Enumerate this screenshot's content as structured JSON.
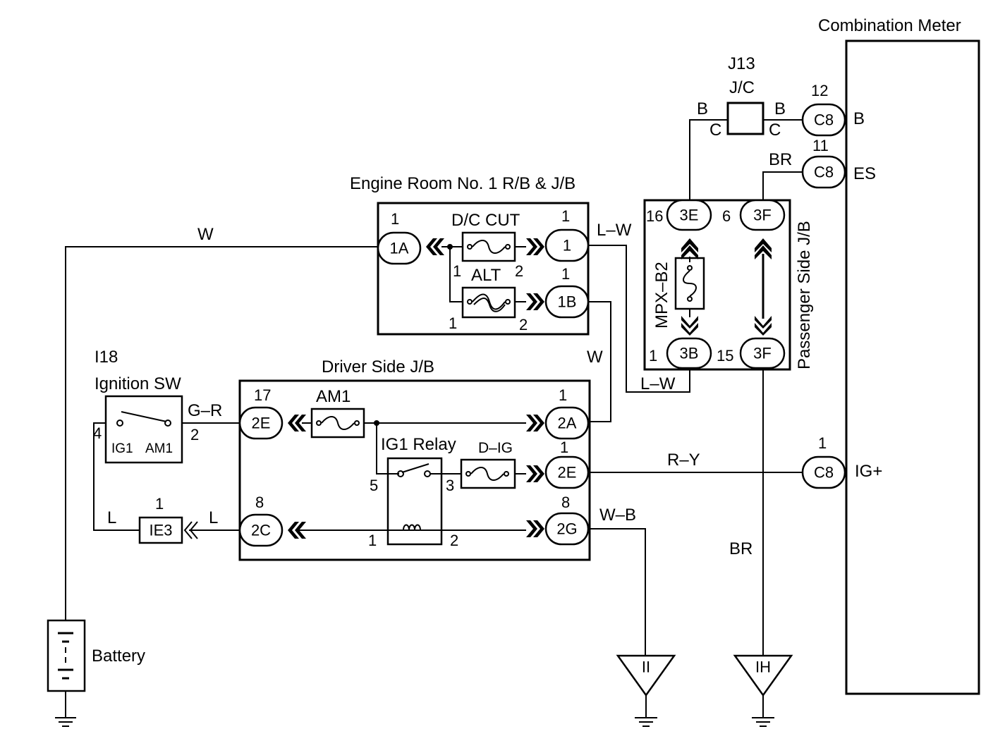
{
  "labels": {
    "combination_meter": "Combination Meter",
    "j13": "J13",
    "jc": "J/C",
    "engine_room": "Engine Room No. 1 R/B & J/B",
    "dc_cut": "D/C CUT",
    "alt": "ALT",
    "driver_side": "Driver Side J/B",
    "am1_fuse": "AM1",
    "ig1_relay": "IG1 Relay",
    "d_ig": "D–IG",
    "i18": "I18",
    "ignition_sw": "Ignition SW",
    "ig1": "IG1",
    "am1_sw": "AM1",
    "passenger_side": "Passenger Side J/B",
    "mpx_b2": "MPX–B2",
    "battery": "Battery",
    "meter_b": "B",
    "meter_es": "ES",
    "meter_igplus": "IG+"
  },
  "wires": {
    "w_top": "W",
    "lw_top": "L–W",
    "w_right": "W",
    "lw_bottom": "L–W",
    "gr": "G–R",
    "l_left": "L",
    "l_right": "L",
    "ry": "R–Y",
    "wb": "W–B",
    "br_top": "BR",
    "br_vert": "BR",
    "b_left": "B",
    "b_right": "B",
    "c_left": "C",
    "c_right": "C"
  },
  "connectors": {
    "c1A": "1A",
    "c1": "1",
    "c1B": "1B",
    "c2E_left": "2E",
    "c2A": "2A",
    "c2E_right": "2E",
    "c2C": "2C",
    "c2G": "2G",
    "cIE3": "IE3",
    "c3E": "3E",
    "c3F_top": "3F",
    "c3B": "3B",
    "c3F_bottom": "3F",
    "cC8_b": "C8",
    "cC8_es": "C8",
    "cC8_ig": "C8"
  },
  "pins": {
    "p1A": "1",
    "p1_dc": "1",
    "p2_dc": "2",
    "p1_right": "1",
    "p1_alt": "1",
    "p2_alt": "2",
    "p17": "17",
    "p1_2A": "1",
    "p1_2E": "1",
    "p5": "5",
    "p3": "3",
    "p8_2C": "8",
    "p8_2G": "8",
    "p1_relay": "1",
    "p2_relay": "2",
    "p4": "4",
    "p2_sw": "2",
    "p1_ie3": "1",
    "p16": "16",
    "p6": "6",
    "p1_3B": "1",
    "p15": "15",
    "p12": "12",
    "p11": "11",
    "p1_c8": "1"
  },
  "grounds": {
    "g_ii": "II",
    "g_ih": "IH"
  }
}
